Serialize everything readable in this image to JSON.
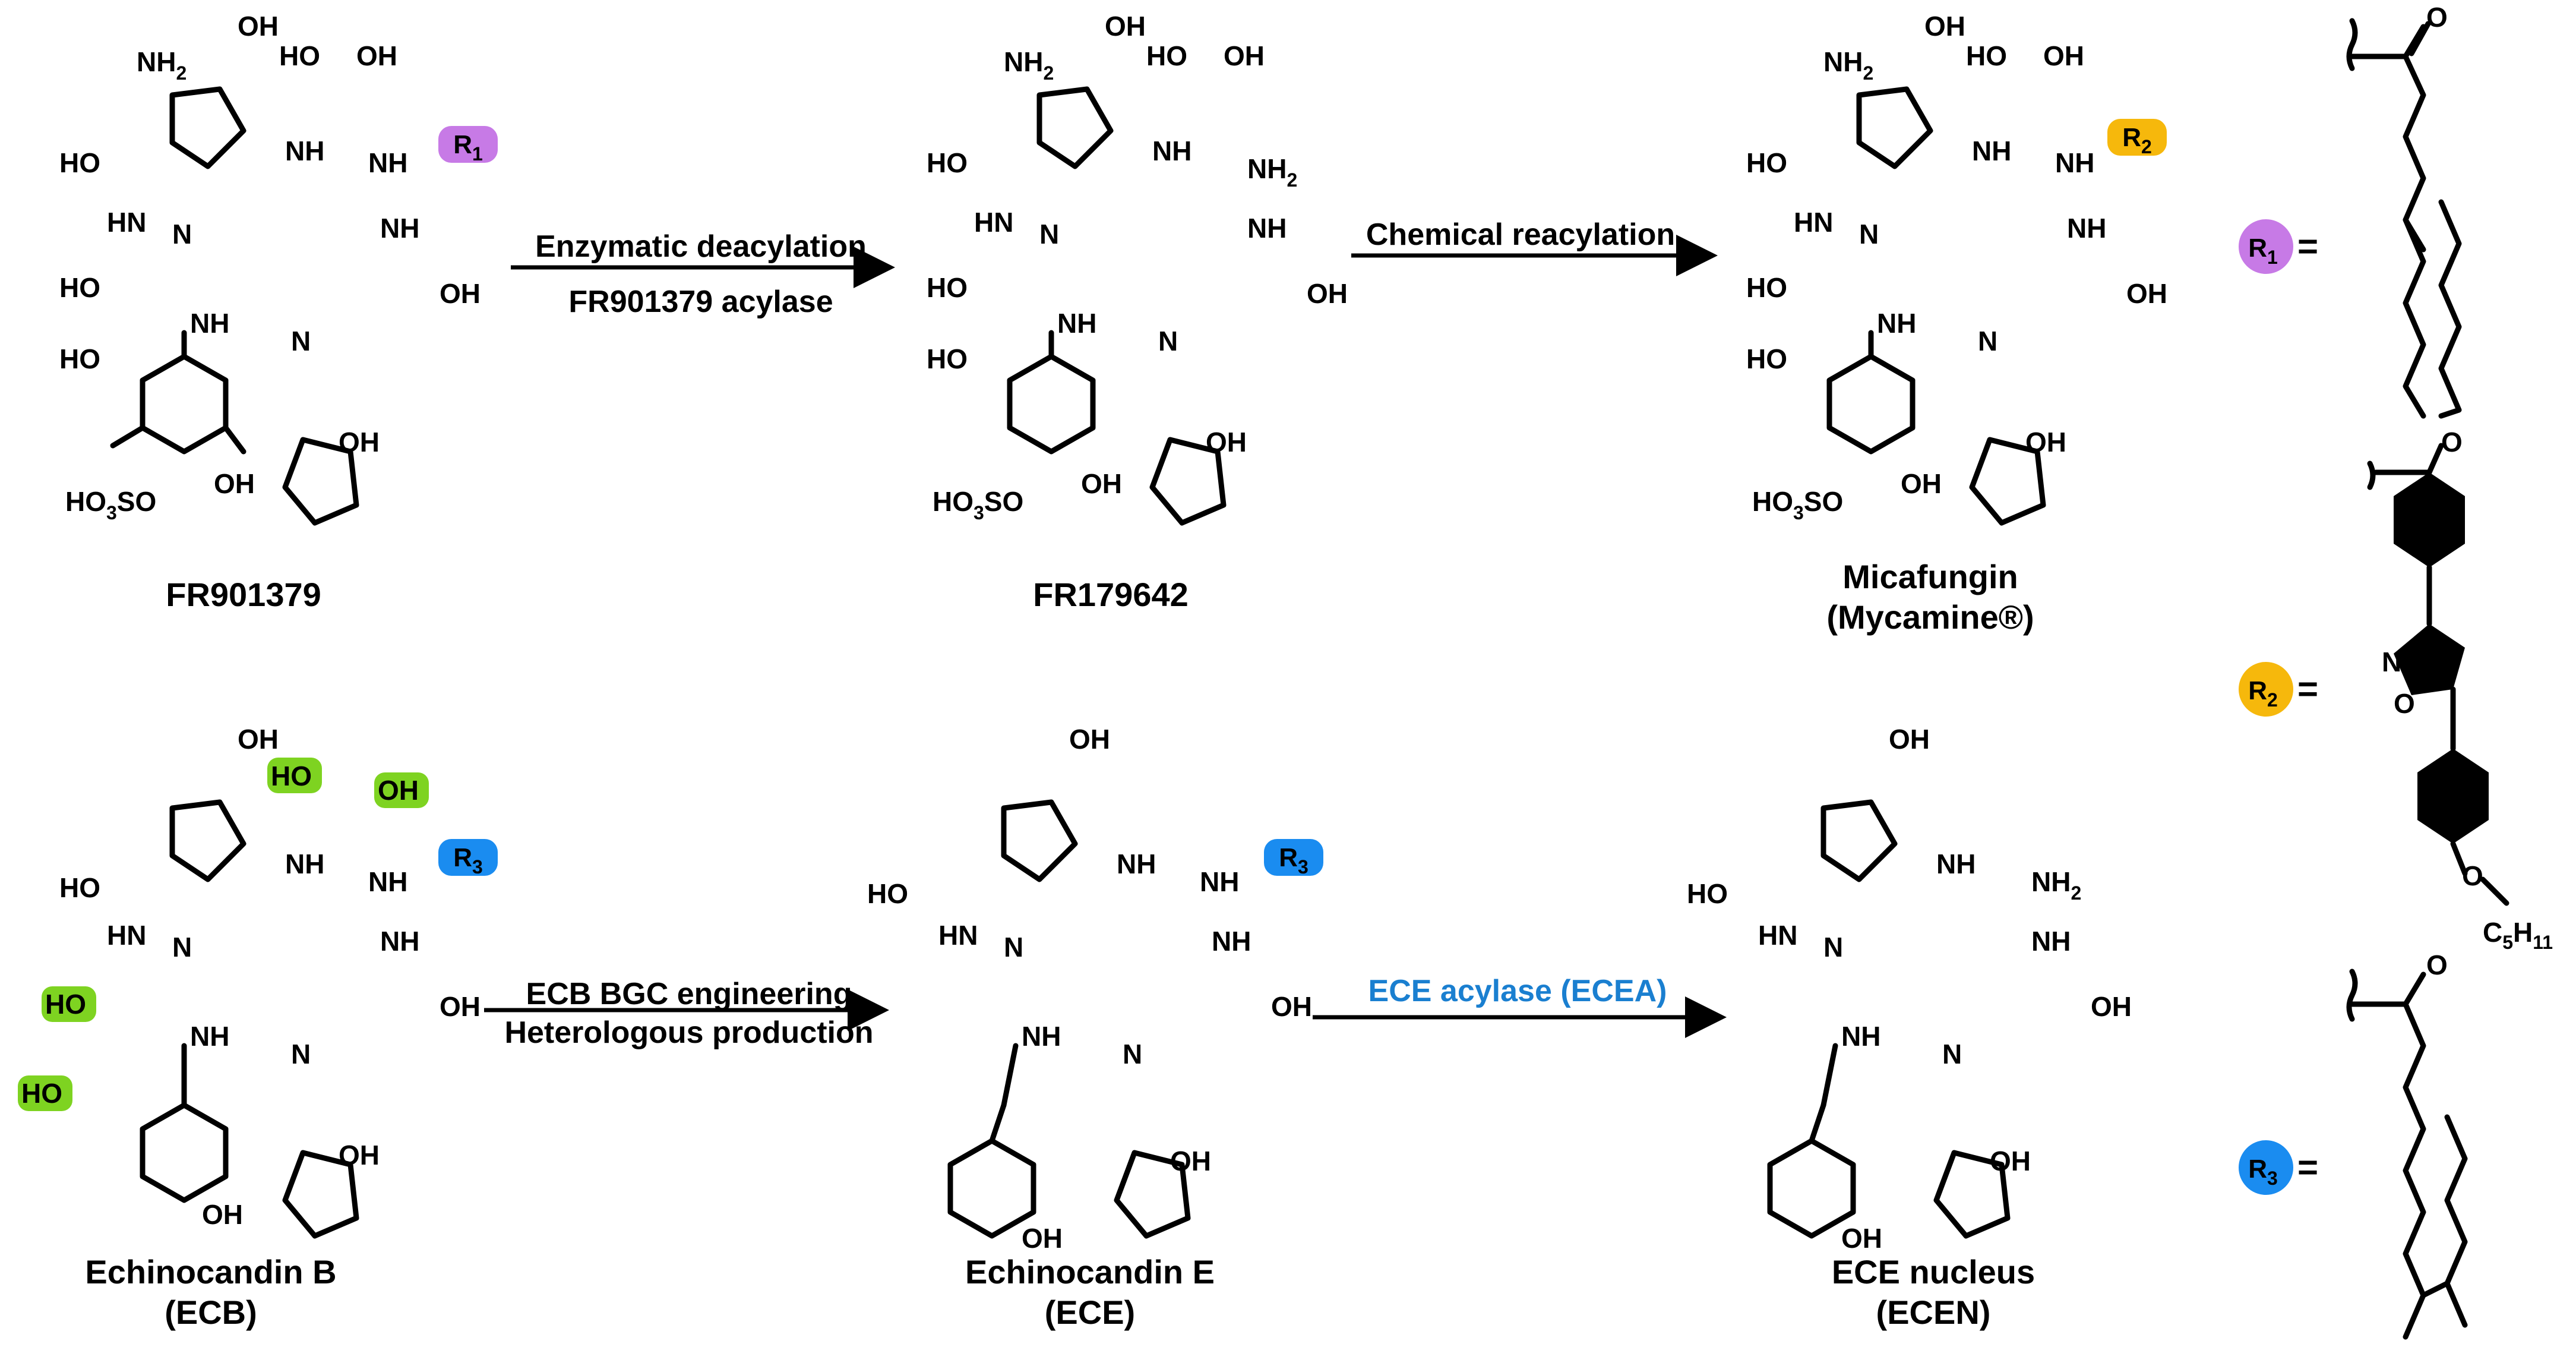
{
  "labels": {
    "fr901379": "FR901379",
    "fr179642": "FR179642",
    "micafungin_line1": "Micafungin",
    "micafungin_line2": "(Mycamine®)",
    "ecb_line1": "Echinocandin B",
    "ecb_line2": "(ECB)",
    "ece_line1": "Echinocandin E",
    "ece_line2": "(ECE)",
    "ecen_line1": "ECE nucleus",
    "ecen_line2": "(ECEN)"
  },
  "arrows": {
    "a1_top": "Enzymatic deacylation",
    "a1_bottom": "FR901379 acylase",
    "a2_top": "Chemical reacylation",
    "a3_top": "ECB BGC engineering",
    "a3_bottom": "Heterologous production",
    "a4_top": "ECE acylase (ECEA)"
  },
  "r_groups": {
    "r1": "R",
    "r1_sub": "1",
    "r2": "R",
    "r2_sub": "2",
    "r3": "R",
    "r3_sub": "3",
    "equals": "=",
    "c5h11": "C5H11"
  },
  "atoms": {
    "nh2": "NH",
    "two": "2",
    "oh": "OH",
    "ho": "HO",
    "nh": "NH",
    "hn": "HN",
    "n": "N",
    "h": "H",
    "o": "O",
    "so3": "HO3SO",
    "isox_n": "N",
    "isox_o": "O"
  },
  "colors": {
    "r1": "#c77ae6",
    "r2": "#f6b80c",
    "r3": "#1a8cf0",
    "highlight": "#7ed321",
    "ece_acylase_text": "#1a7fd0"
  }
}
